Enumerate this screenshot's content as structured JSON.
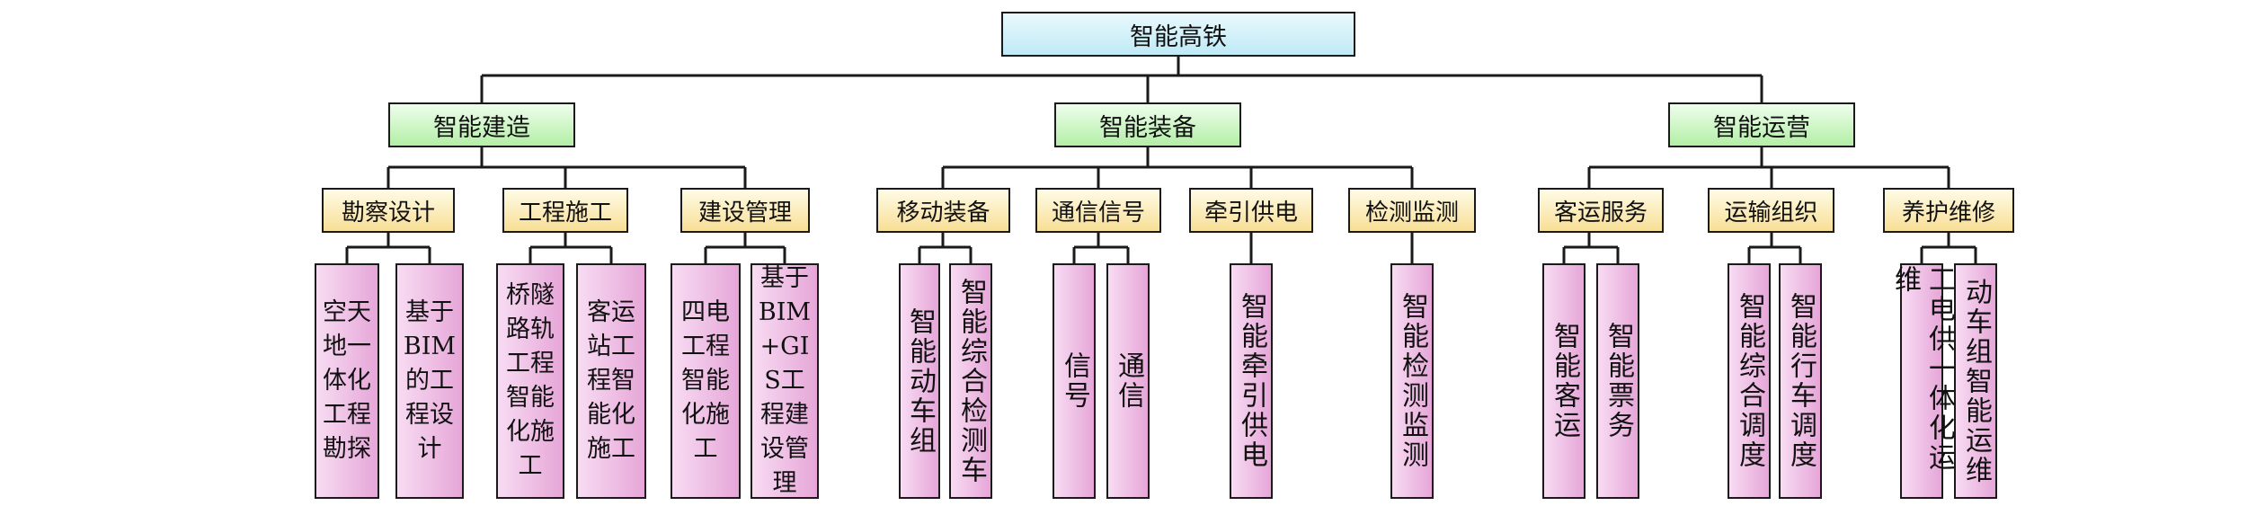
{
  "root": {
    "label": "智能高铁"
  },
  "branches": [
    {
      "label": "智能建造",
      "children": [
        {
          "label": "勘察设计",
          "leaves": [
            "空天地一体化工程勘探",
            "基于BIM的工程设计"
          ]
        },
        {
          "label": "工程施工",
          "leaves": [
            "桥隧路轨工程智能化施工",
            "客运站工程智能化施工"
          ]
        },
        {
          "label": "建设管理",
          "leaves": [
            "四电工程智能化施工",
            "基于BIM+GIS工程建设管理"
          ]
        }
      ]
    },
    {
      "label": "智能装备",
      "children": [
        {
          "label": "移动装备",
          "leaves": [
            "智能动车组",
            "智能综合检测车"
          ]
        },
        {
          "label": "通信信号",
          "leaves": [
            "信号",
            "通信"
          ]
        },
        {
          "label": "牵引供电",
          "leaves": [
            "智能牵引供电"
          ]
        },
        {
          "label": "检测监测",
          "leaves": [
            "智能检测监测"
          ]
        }
      ]
    },
    {
      "label": "智能运营",
      "children": [
        {
          "label": "客运服务",
          "leaves": [
            "智能客运",
            "智能票务"
          ]
        },
        {
          "label": "运输组织",
          "leaves": [
            "智能综合调度",
            "智能行车调度"
          ]
        },
        {
          "label": "养护维修",
          "leaves": [
            "工电供一体化运维",
            "动车组智能运维"
          ]
        }
      ]
    }
  ]
}
